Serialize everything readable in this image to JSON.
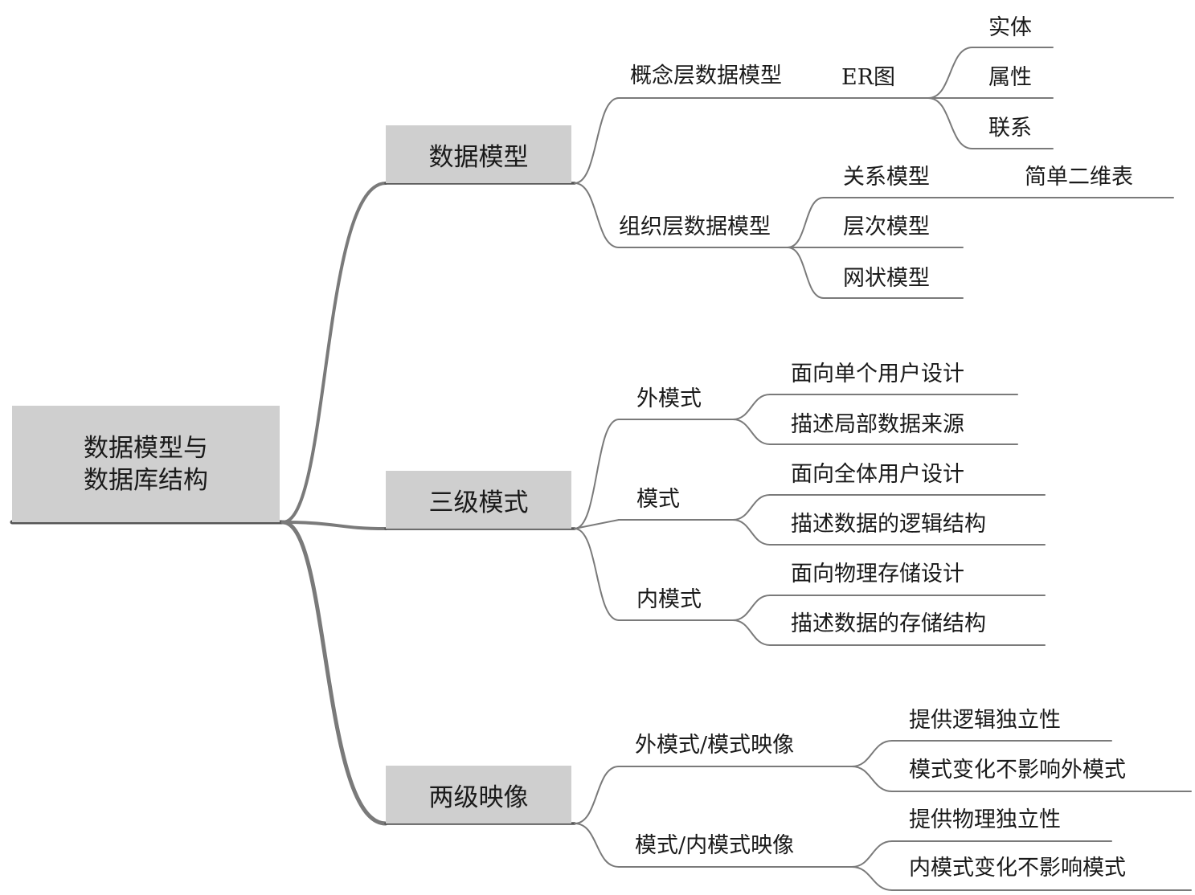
{
  "root": {
    "line1": "数据模型与",
    "line2": "数据库结构"
  },
  "level1": [
    {
      "label": "数据模型"
    },
    {
      "label": "三级模式"
    },
    {
      "label": "两级映像"
    }
  ],
  "data_model": {
    "conceptual": "概念层数据模型",
    "er_diagram": "ER图",
    "er_items": [
      "实体",
      "属性",
      "联系"
    ],
    "organizational": "组织层数据模型",
    "org_items": [
      "关系模型",
      "层次模型",
      "网状模型"
    ],
    "relational_note": "简单二维表"
  },
  "three_schema": {
    "external": "外模式",
    "external_items": [
      "面向单个用户设计",
      "描述局部数据来源"
    ],
    "schema": "模式",
    "schema_items": [
      "面向全体用户设计",
      "描述数据的逻辑结构"
    ],
    "internal": "内模式",
    "internal_items": [
      "面向物理存储设计",
      "描述数据的存储结构"
    ]
  },
  "two_mappings": {
    "ext_schema": "外模式/模式映像",
    "ext_schema_items": [
      "提供逻辑独立性",
      "模式变化不影响外模式"
    ],
    "schema_int": "模式/内模式映像",
    "schema_int_items": [
      "提供物理独立性",
      "内模式变化不影响模式"
    ]
  },
  "colors": {
    "box": "#cfcfcf",
    "line": "#777777",
    "underline": "#555555"
  }
}
